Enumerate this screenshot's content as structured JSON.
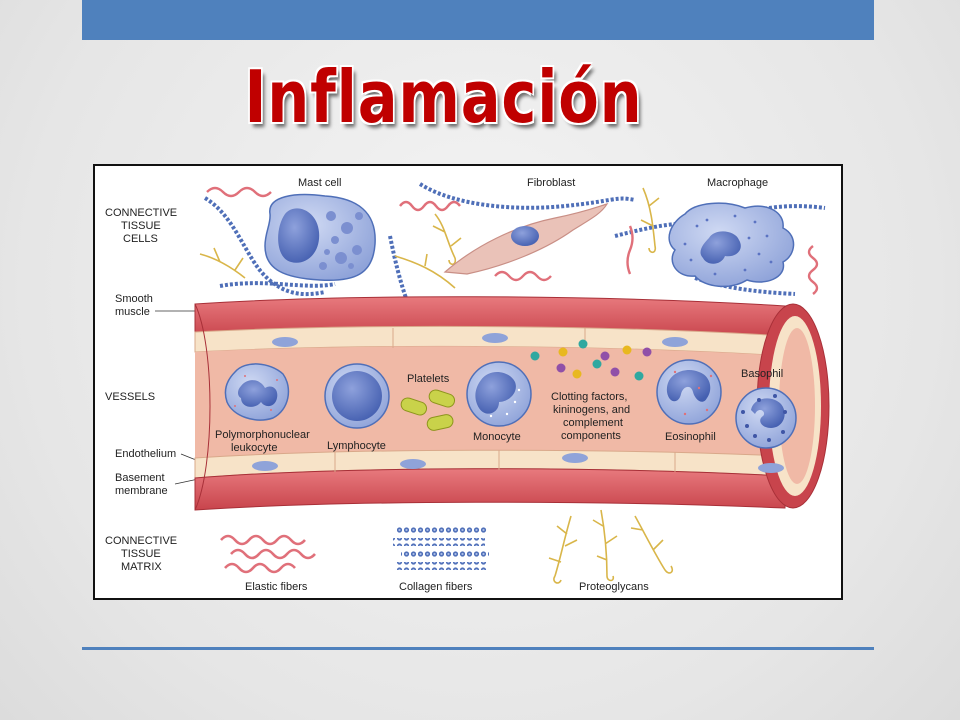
{
  "slide": {
    "title": "Inflamación"
  },
  "diagram": {
    "section_labels": {
      "connective_tissue_cells": [
        "CONNECTIVE",
        "TISSUE",
        "CELLS"
      ],
      "vessels": "VESSELS",
      "connective_tissue_matrix": [
        "CONNECTIVE",
        "TISSUE",
        "MATRIX"
      ]
    },
    "labels": {
      "mast_cell": "Mast cell",
      "fibroblast": "Fibroblast",
      "macrophage": "Macrophage",
      "smooth_muscle": [
        "Smooth",
        "muscle"
      ],
      "platelets": "Platelets",
      "polymorphonuclear_leukocyte": [
        "Polymorphonuclear",
        "leukocyte"
      ],
      "lymphocyte": "Lymphocyte",
      "monocyte": "Monocyte",
      "clotting_factors": [
        "Clotting factors,",
        "kininogens, and",
        "complement",
        "components"
      ],
      "eosinophil": "Eosinophil",
      "basophil": "Basophil",
      "endothelium": "Endothelium",
      "basement_membrane": [
        "Basement",
        "membrane"
      ],
      "elastic_fibers": "Elastic fibers",
      "collagen_fibers": "Collagen fibers",
      "proteoglycans": "Proteoglycans"
    },
    "colors": {
      "vessel_wall": "#d9545a",
      "vessel_lumen": "#f0b9a6",
      "cell_fill": "#a9b8e3",
      "nucleus": "#5b73c2",
      "elastic_fiber": "#e0707a",
      "collagen_fiber": "#4f6fb8",
      "proteoglycan": "#d9b64a",
      "platelet": "#c9d24a"
    }
  }
}
